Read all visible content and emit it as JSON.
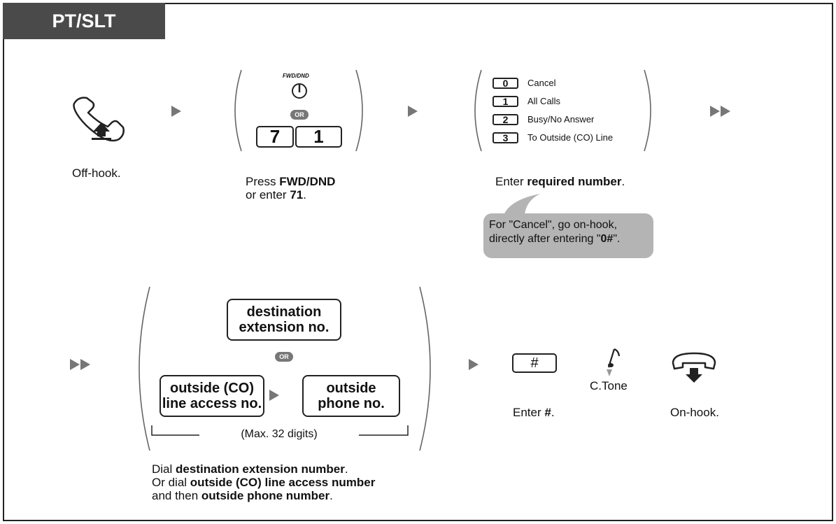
{
  "header": {
    "tab_label": "PT/SLT"
  },
  "step1": {
    "label": "Off-hook."
  },
  "step2": {
    "button_label": "FWD/DND",
    "or_label": "OR",
    "keys": [
      "7",
      "1"
    ],
    "caption_line1_prefix": "Press ",
    "caption_line1_bold": "FWD/DND",
    "caption_line2_prefix": "or enter ",
    "caption_line2_bold": "71",
    "caption_line2_suffix": "."
  },
  "step3": {
    "options": [
      {
        "key": "0",
        "label": "Cancel"
      },
      {
        "key": "1",
        "label": "All Calls"
      },
      {
        "key": "2",
        "label": "Busy/No Answer"
      },
      {
        "key": "3",
        "label": "To Outside (CO) Line"
      }
    ],
    "caption_prefix": "Enter ",
    "caption_bold": "required number",
    "caption_suffix": ".",
    "note_line1": "For \"Cancel\", go on-hook,",
    "note_line2_prefix": "directly after entering \"",
    "note_line2_bold": "0#",
    "note_line2_suffix": "\"."
  },
  "step4": {
    "dest_box_line1": "destination",
    "dest_box_line2": "extension no.",
    "or_label": "OR",
    "co_box_line1": "outside (CO)",
    "co_box_line2": "line access no.",
    "phone_box_line1": "outside",
    "phone_box_line2": "phone no.",
    "max_digits": "(Max. 32 digits)",
    "caption_line1_prefix": "Dial ",
    "caption_line1_bold": "destination extension number",
    "caption_line1_suffix": ".",
    "caption_line2_prefix": "Or dial ",
    "caption_line2_bold": "outside (CO) line access number",
    "caption_line3_prefix": "and then ",
    "caption_line3_bold": "outside phone number",
    "caption_line3_suffix": "."
  },
  "step5": {
    "caption_prefix": "Enter ",
    "caption_bold": "#",
    "caption_suffix": ".",
    "hash_key": "#"
  },
  "step6": {
    "tone_label": "C.Tone"
  },
  "step7": {
    "label": "On-hook."
  },
  "colors": {
    "arrow": "#777777",
    "tab": "#4a4a4a",
    "note": "#b4b4b4"
  }
}
